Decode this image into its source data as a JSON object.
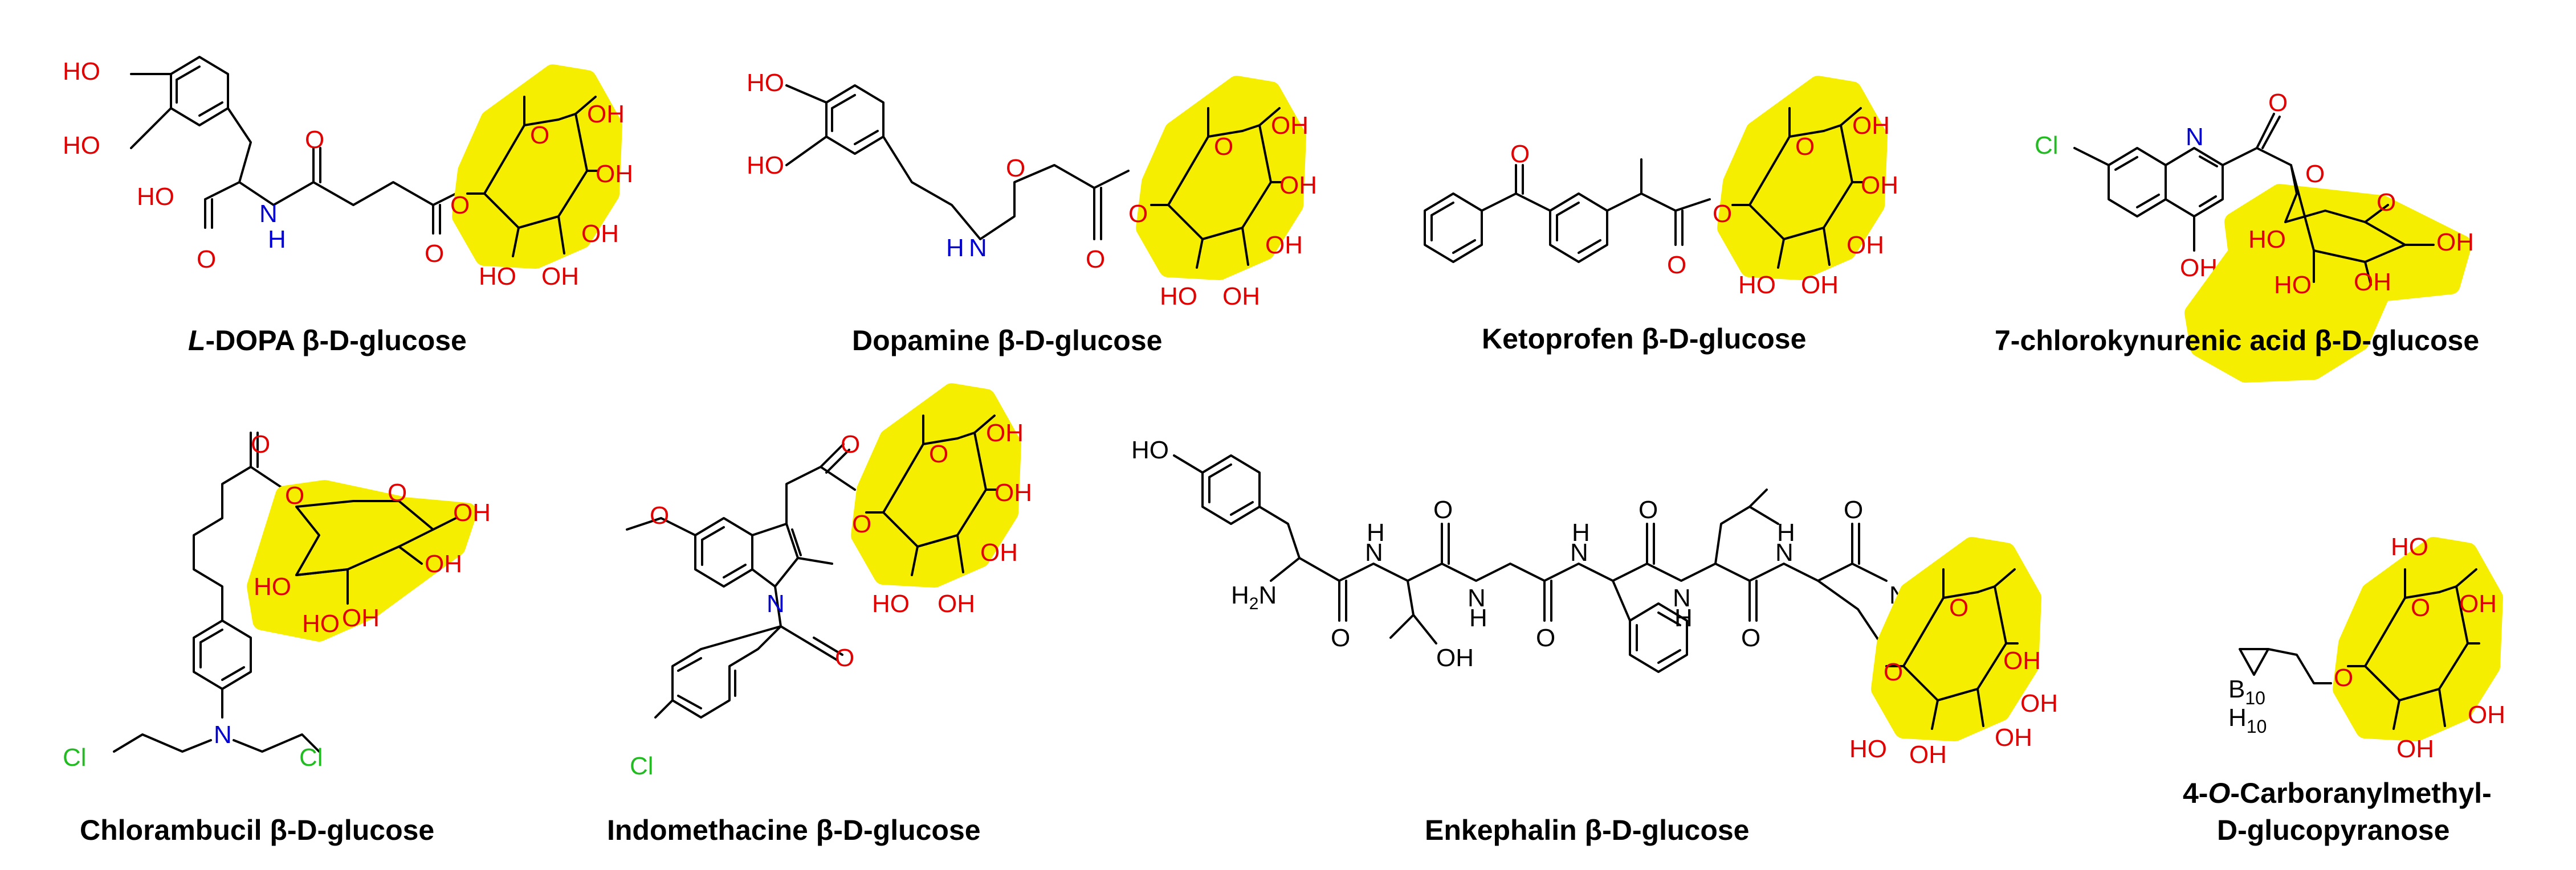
{
  "compounds": [
    {
      "caption_prefix": "L",
      "caption": "-DOPA β-D-glucose"
    },
    {
      "caption": "Dopamine β-D-glucose"
    },
    {
      "caption": "Ketoprofen β-D-glucose"
    },
    {
      "caption": "7-chlorokynurenic acid β-D-glucose"
    },
    {
      "caption": "Chlorambucil β-D-glucose"
    },
    {
      "caption": "Indomethacine β-D-glucose"
    },
    {
      "caption": "Enkephalin β-D-glucose"
    },
    {
      "caption_prefix": "4-",
      "caption_italic": "O",
      "caption": "-Carboranylmethyl-",
      "caption_line2": "D-glucopyranose"
    }
  ],
  "atoms": {
    "OH": "OH",
    "HO": "HO",
    "O": "O",
    "H": "H",
    "N": "N",
    "Cl": "Cl",
    "H2N_H": "H",
    "H2N_2": "2",
    "H2N_N": "N",
    "NH2_N": "NH",
    "NH2_2": "2",
    "B": "B",
    "B_sub": "10",
    "H_sub": "10"
  },
  "colors": {
    "highlight": "#f5ee00",
    "oxygen": "#e00000",
    "nitrogen": "#0000d0",
    "chlorine": "#22bb22",
    "bond": "#000000"
  }
}
